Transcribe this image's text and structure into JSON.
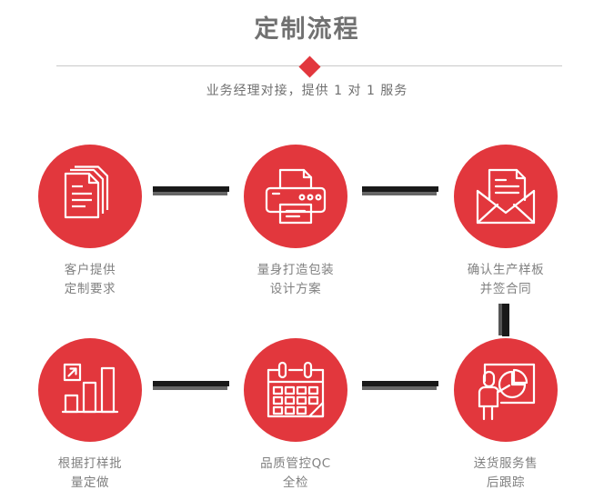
{
  "header": {
    "title": "定制流程",
    "subtitle": "业务经理对接，提供 1 对 1 服务",
    "divider_icon": "diamond-icon",
    "accent_color": "#e2373d",
    "title_color": "#717171",
    "subtitle_color": "#6f6f6f",
    "divider_color": "#c9c9c9"
  },
  "flow": {
    "label_color": "#808080",
    "circle_color": "#e2373d",
    "connector_color": "#191919",
    "connector_shadow_color": "#666666",
    "steps": [
      {
        "index": "1",
        "icon": "documents-icon",
        "label": "客户提供\n定制要求"
      },
      {
        "index": "2",
        "icon": "printer-icon",
        "label": "量身打造包装\n设计方案"
      },
      {
        "index": "3",
        "icon": "envelope-letter-icon",
        "label": "确认生产样板\n并签合同"
      },
      {
        "index": "4",
        "icon": "bar-chart-growth-icon",
        "label": "根据打样批\n量定做"
      },
      {
        "index": "5",
        "icon": "calendar-icon",
        "label": "品质管控QC\n全检"
      },
      {
        "index": "6",
        "icon": "presentation-person-icon",
        "label": "送货服务售\n后跟踪"
      }
    ],
    "connectors": [
      {
        "name": "connector-step1-step2",
        "orientation": "horizontal"
      },
      {
        "name": "connector-step2-step3",
        "orientation": "horizontal"
      },
      {
        "name": "connector-step4-step5",
        "orientation": "horizontal"
      },
      {
        "name": "connector-step5-step6",
        "orientation": "horizontal"
      },
      {
        "name": "connector-step3-step6",
        "orientation": "vertical"
      }
    ]
  }
}
